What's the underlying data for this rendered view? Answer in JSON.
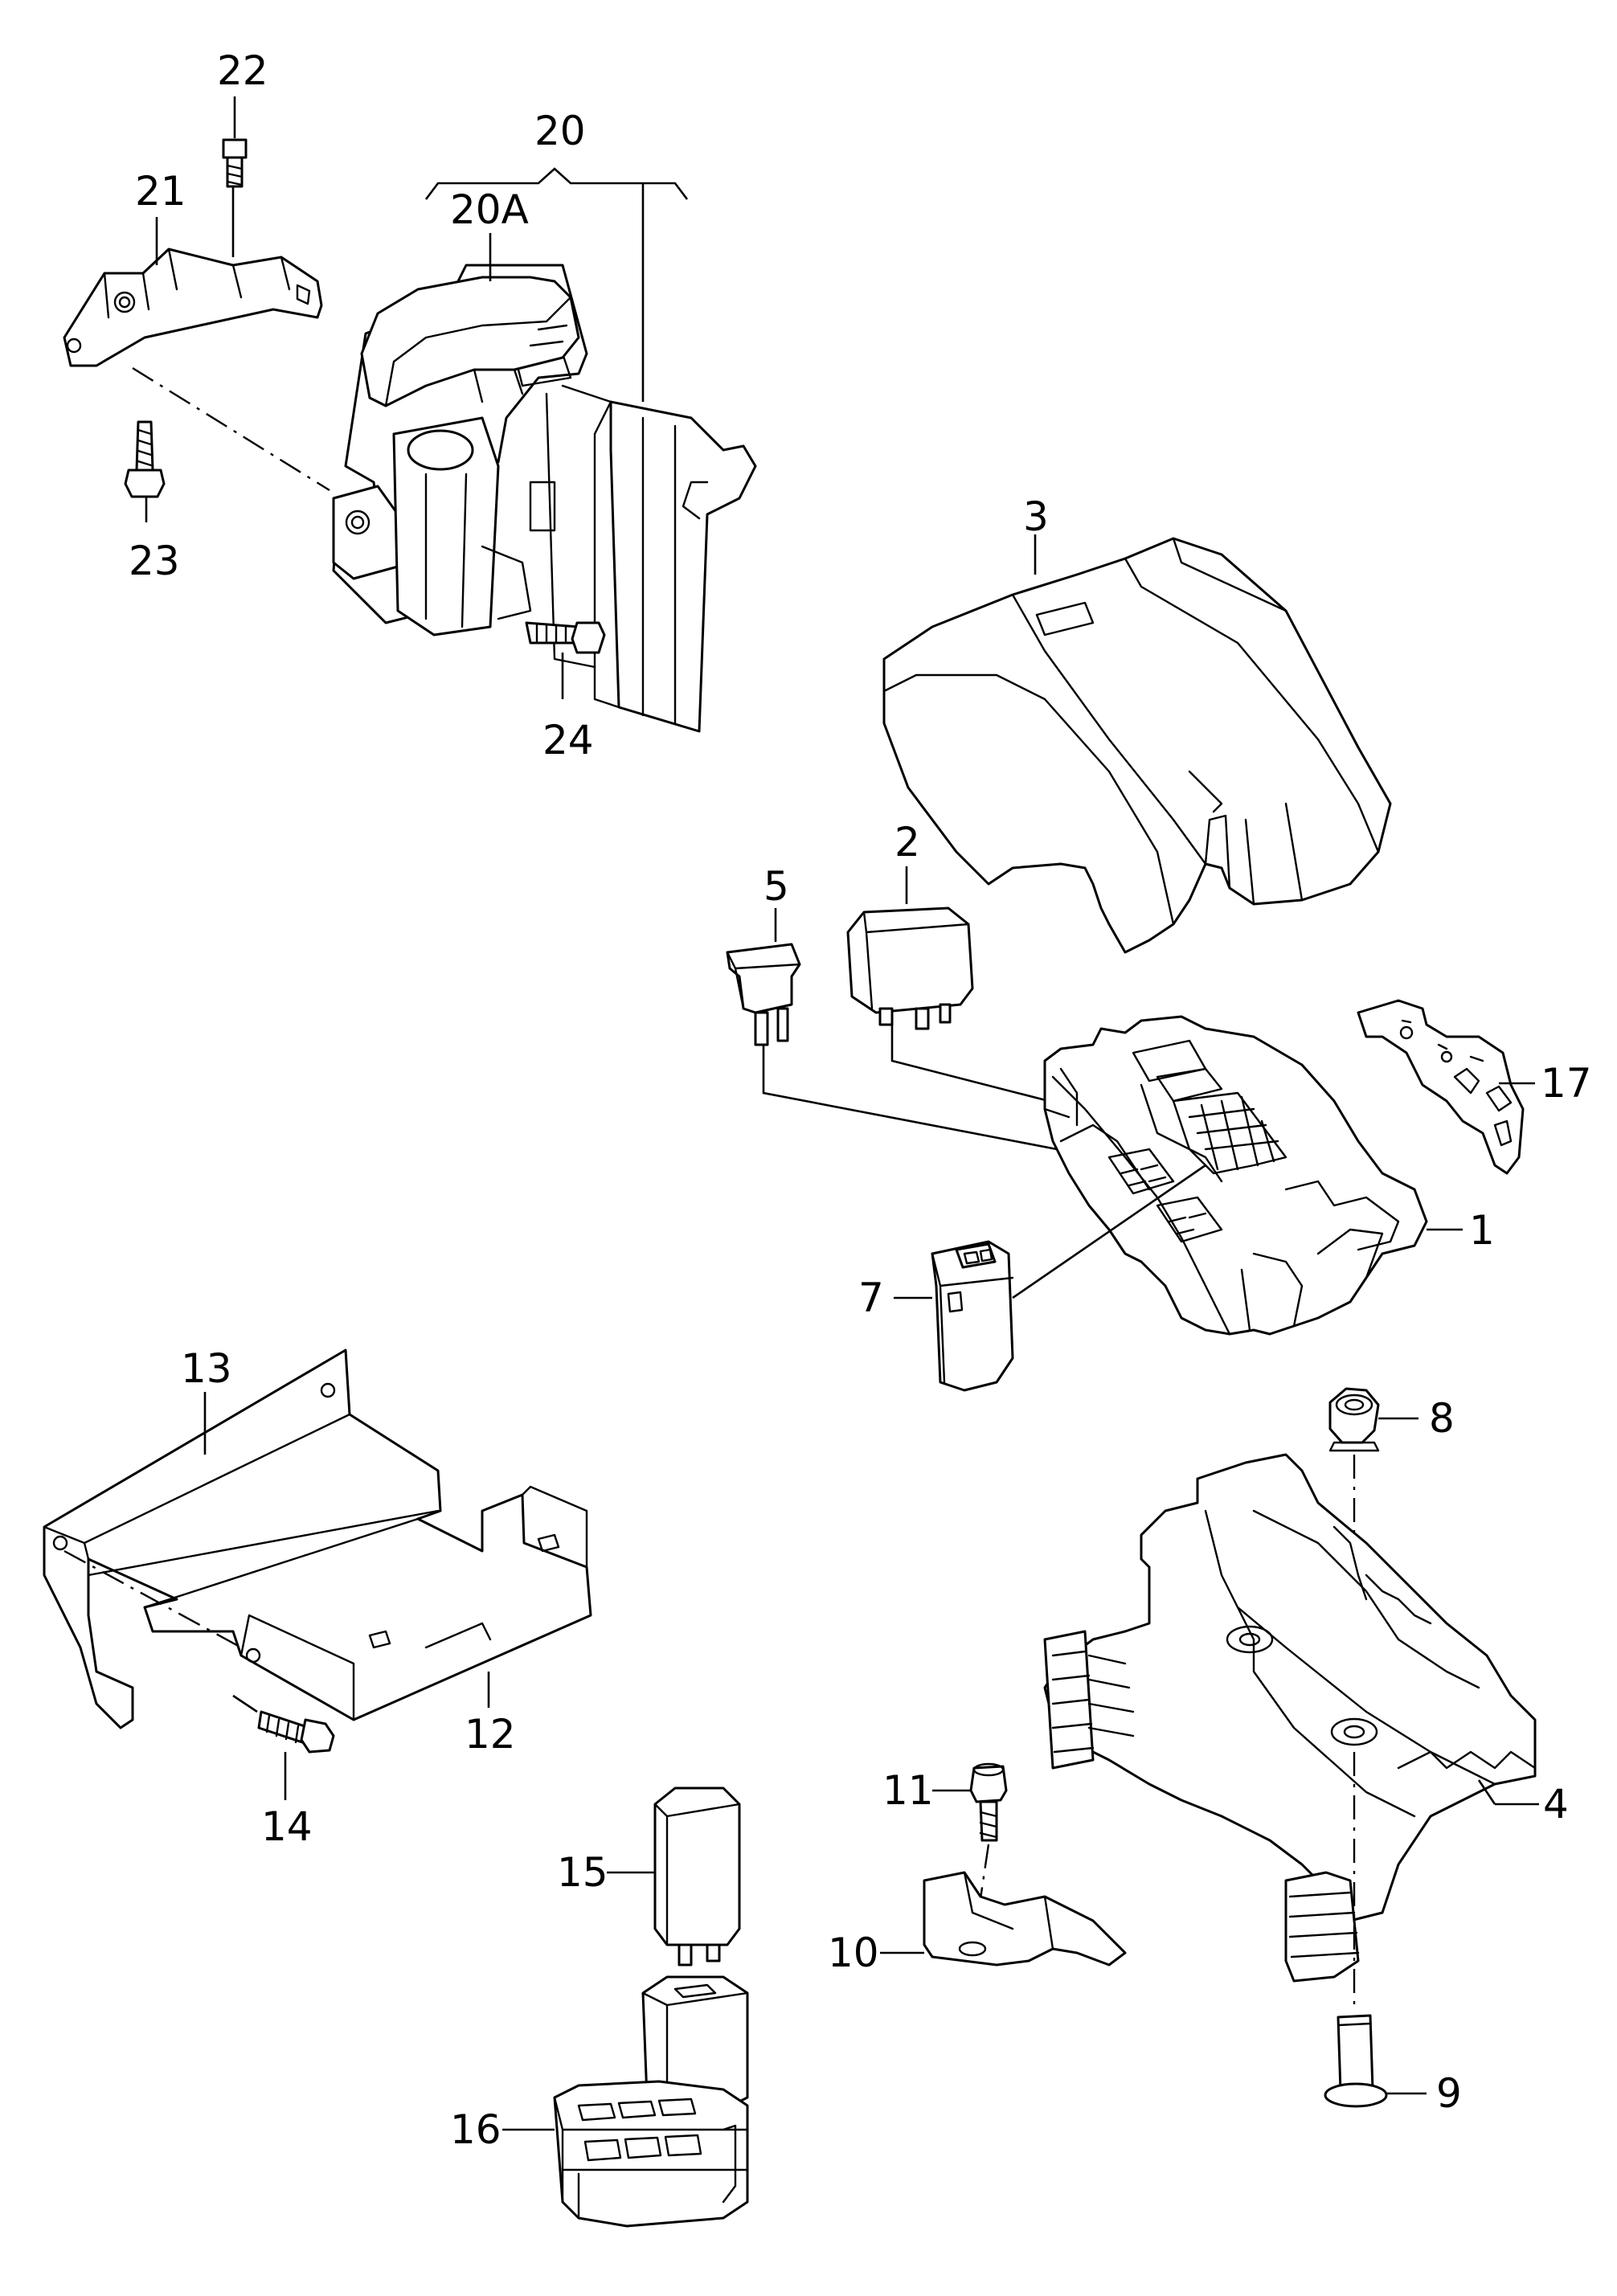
{
  "callouts": {
    "c1": "1",
    "c2": "2",
    "c3": "3",
    "c4": "4",
    "c5": "5",
    "c7": "7",
    "c8": "8",
    "c9": "9",
    "c10": "10",
    "c11": "11",
    "c12": "12",
    "c13": "13",
    "c14": "14",
    "c15": "15",
    "c16": "16",
    "c17": "17",
    "c20": "20",
    "c20a": "20A",
    "c21": "21",
    "c22": "22",
    "c23": "23",
    "c24": "24"
  }
}
